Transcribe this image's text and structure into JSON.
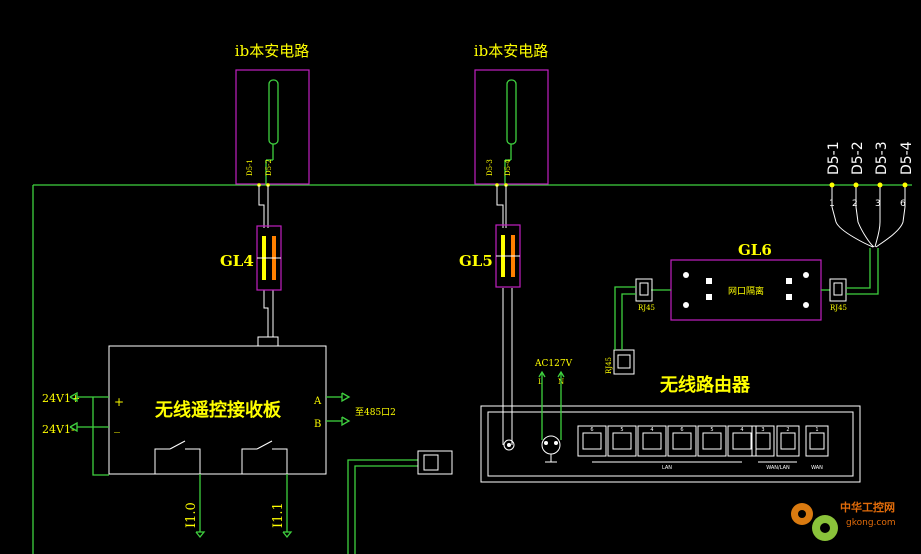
{
  "barrier_boxes": [
    {
      "title": "ib本安电路",
      "pins": [
        "D5-1",
        "D5-2"
      ]
    },
    {
      "title": "ib本安电路",
      "pins": [
        "D5-3",
        "D5-4"
      ]
    }
  ],
  "isolators": {
    "gl4": "GL4",
    "gl5": "GL5",
    "gl6": "GL6"
  },
  "gl6_label": "网口隔离",
  "rj45": {
    "left": "RJ45",
    "right": "RJ45",
    "lower": "RJ45"
  },
  "receiver": {
    "title": "无线遥控接收板",
    "plus": "+",
    "minus": "_",
    "a": "A",
    "b": "B",
    "to485": "至485口2",
    "in_pos": "24V1+",
    "in_neg": "24V1-",
    "out1": "I1.0",
    "out2": "I1.1"
  },
  "router": {
    "title": "无线路由器",
    "ac": "AC127V",
    "pin_l": "L",
    "pin_n": "N",
    "port_numbers": [
      "6",
      "5",
      "4",
      "6",
      "5",
      "4",
      "3",
      "2",
      "1"
    ],
    "lan_label": "LAN",
    "wan_label": "WAN/LAN",
    "wan2_label": "WAN"
  },
  "terminals": {
    "labels": [
      "D5-1",
      "D5-2",
      "D5-3",
      "D5-4"
    ],
    "numbers": [
      "1",
      "2",
      "3",
      "6"
    ]
  },
  "watermark": {
    "text": "中华工控网",
    "url": "gkong.com"
  },
  "colors": {
    "wire": "#3fd13f",
    "label": "#ffff00",
    "box": "#c020c0",
    "outline": "#ffffff"
  }
}
